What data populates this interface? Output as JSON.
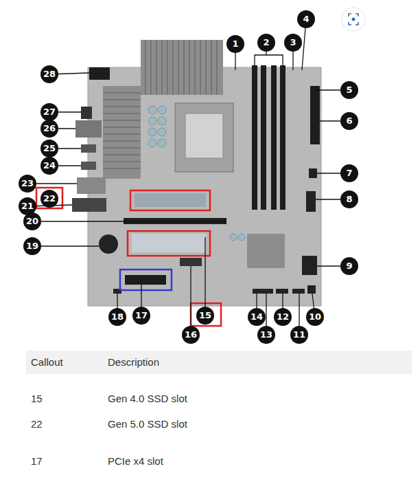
{
  "diagram": {
    "labels": [
      "1",
      "2",
      "3",
      "4",
      "5",
      "6",
      "7",
      "8",
      "9",
      "10",
      "11",
      "12",
      "13",
      "14",
      "15",
      "16",
      "17",
      "18",
      "19",
      "20",
      "21",
      "22",
      "23",
      "24",
      "25",
      "26",
      "27",
      "28",
      "Callout",
      "Description",
      "15",
      "Gen 4.0 SSD slot",
      "22",
      "Gen 5.0 SSD slot",
      "17",
      "PCIe x4 slot"
    ]
  }
}
